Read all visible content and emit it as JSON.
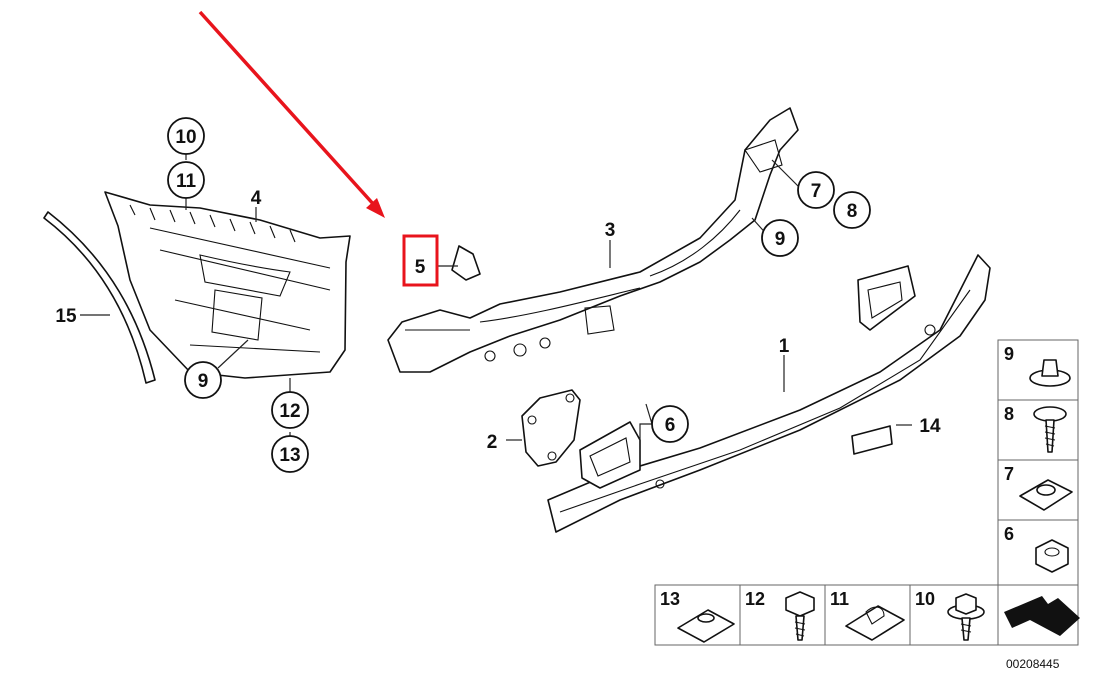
{
  "accent_color": "#e8141c",
  "callouts": {
    "c1": "1",
    "c2": "2",
    "c3": "3",
    "c4": "4",
    "c5": "5",
    "c6": "6",
    "c7": "7",
    "c8": "8",
    "c9a": "9",
    "c9b": "9",
    "c10": "10",
    "c11": "11",
    "c12": "12",
    "c13": "13",
    "c14": "14",
    "c15": "15"
  },
  "legend": {
    "l9": "9",
    "l8": "8",
    "l7": "7",
    "l6": "6",
    "l13": "13",
    "l12": "12",
    "l11": "11",
    "l10": "10"
  },
  "diagram_id": "00208445",
  "icons": [
    "nut-icon",
    "screw-icon",
    "clip-nut-icon",
    "hex-nut-icon",
    "bolt-icon",
    "u-clip-icon",
    "arrow-panel-icon"
  ]
}
